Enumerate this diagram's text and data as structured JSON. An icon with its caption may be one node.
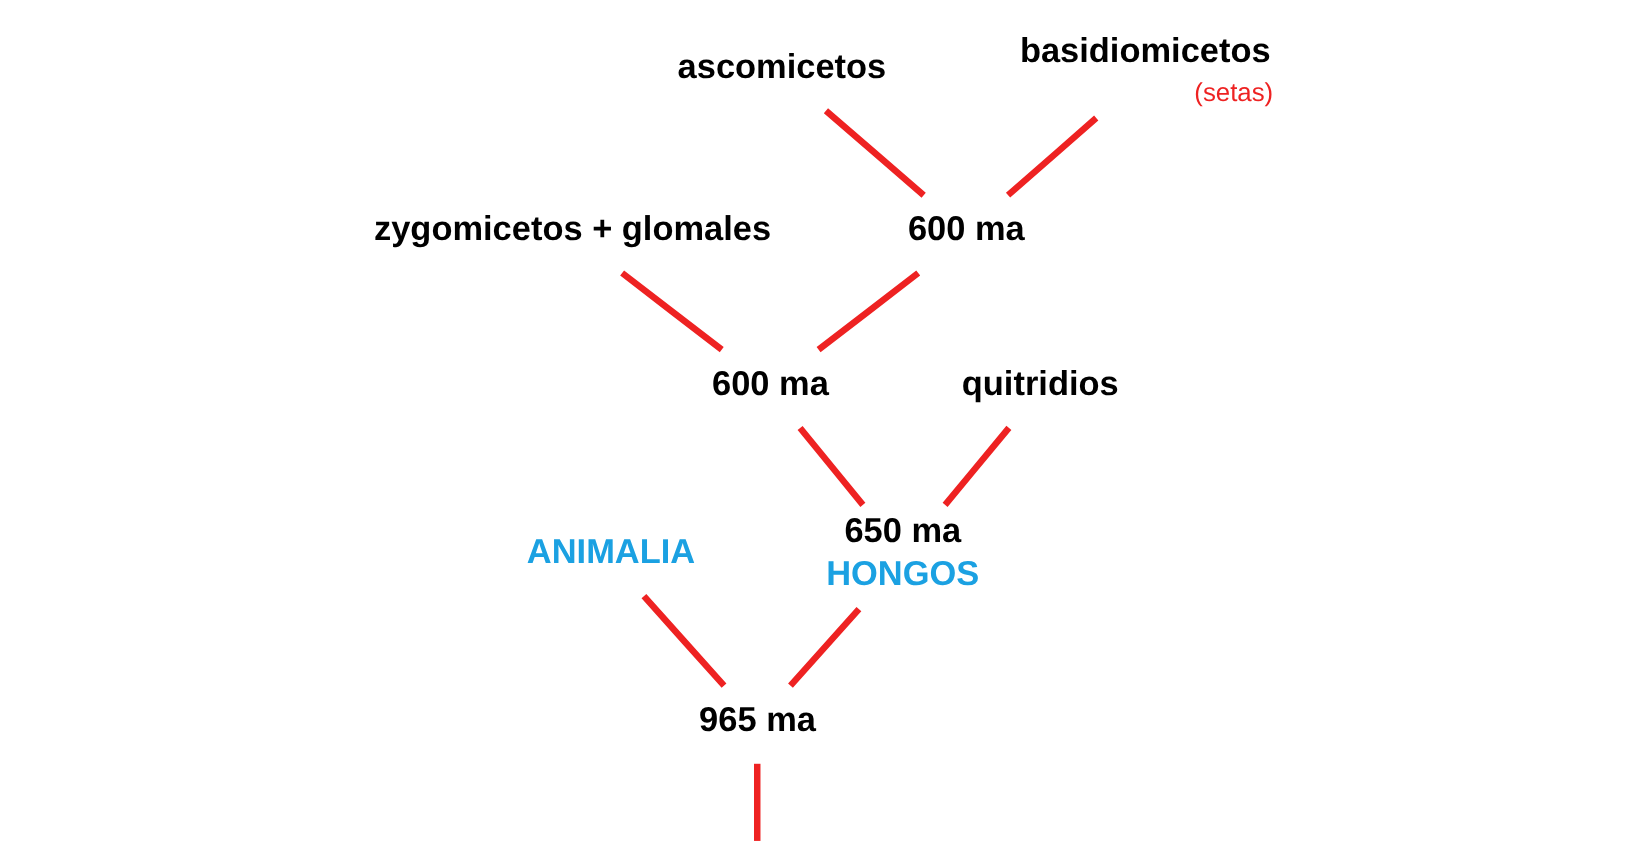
{
  "diagram": {
    "nodes": [
      {
        "text": [
          "zygomicetos + glomales"
        ]
      },
      {
        "text": [
          "ascomicetos"
        ]
      },
      {
        "text": [
          "basidiomicetos"
        ],
        "beside": [
          "(setas)"
        ]
      },
      {
        "text": [
          "ANIMALIA"
        ]
      },
      {
        "text": [
          "600 ma"
        ]
      },
      {
        "text": [
          "600 ma"
        ]
      },
      {
        "text": [
          "quitridios"
        ]
      },
      {
        "text": [
          "650 ma",
          "HONGOS"
        ]
      },
      {
        "text": [
          "965 ma"
        ]
      }
    ],
    "edges": [
      {
        "from": 4,
        "to": 1,
        "arrow": "none"
      },
      {
        "from": 4,
        "to": 2,
        "arrow": "none"
      },
      {
        "from": 5,
        "to": 0,
        "arrow": "none"
      },
      {
        "from": 5,
        "to": 4,
        "arrow": "none"
      },
      {
        "from": 7,
        "to": 5,
        "arrow": "none"
      },
      {
        "from": 7,
        "to": 6,
        "arrow": "none"
      },
      {
        "from": 8,
        "to": 7,
        "arrow": "none"
      },
      {
        "from": 8,
        "to": 3,
        "arrow": "none"
      },
      {
        "from": null,
        "to": 8,
        "arrow": "none"
      }
    ]
  }
}
